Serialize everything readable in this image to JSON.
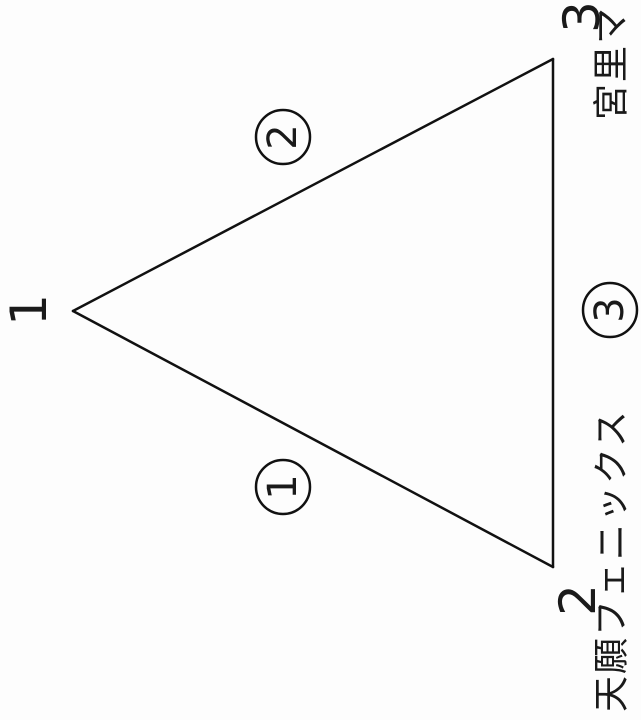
{
  "diagram": {
    "vertices": [
      {
        "id": "v1",
        "label": "1"
      },
      {
        "id": "v2",
        "label": "2"
      },
      {
        "id": "v3",
        "label": "3"
      }
    ],
    "edges": [
      {
        "id": "e1",
        "from": "v1",
        "to": "v2",
        "label": "①"
      },
      {
        "id": "e2",
        "from": "v1",
        "to": "v3",
        "label": "②"
      },
      {
        "id": "e3",
        "from": "v2",
        "to": "v3",
        "label": "③"
      }
    ],
    "vertex_captions": {
      "v2": "天願フェニックス",
      "v3": "宮里マッ"
    },
    "line_color": "#111111",
    "text_color": "#1a1a1a"
  }
}
